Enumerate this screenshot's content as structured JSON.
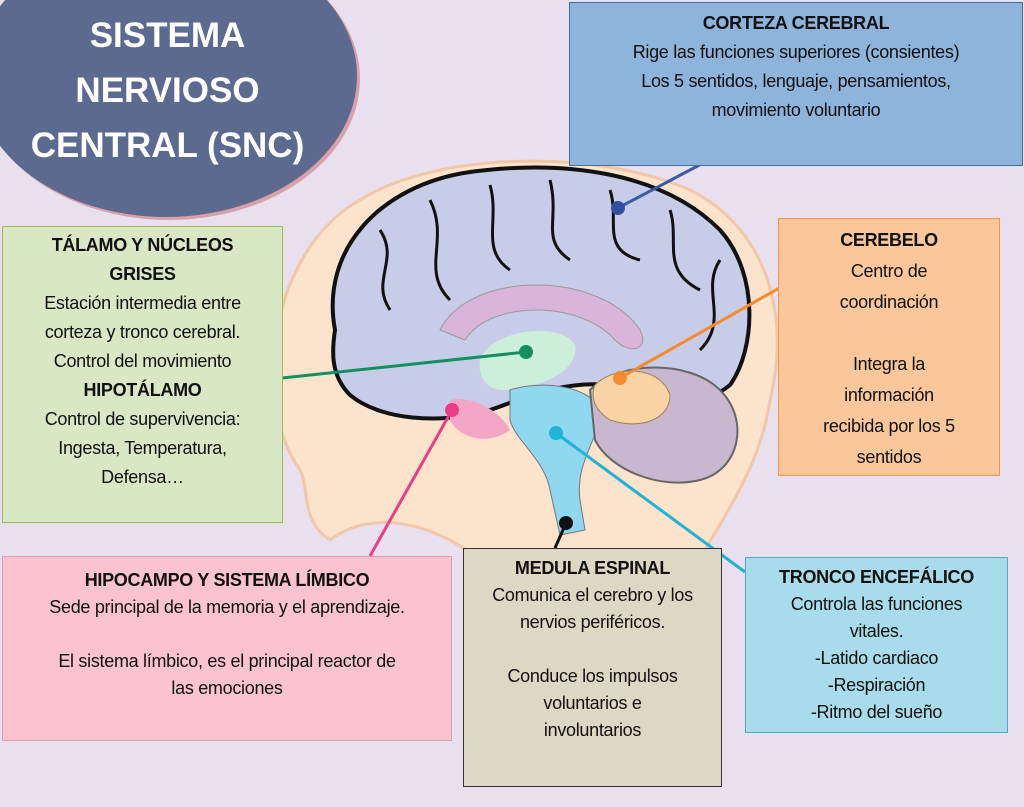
{
  "title": {
    "lines": [
      "SISTEMA",
      "NERVIOSO",
      "CENTRAL (SNC)"
    ]
  },
  "corteza": {
    "heading": "CORTEZA CEREBRAL",
    "lines": [
      "Rige las funciones superiores (consientes)",
      "Los 5 sentidos, lenguaje, pensamientos,",
      "movimiento voluntario"
    ]
  },
  "talamo": {
    "heading": "TÁLAMO Y NÚCLEOS GRISES",
    "lines": [
      "Estación intermedia entre",
      "corteza y tronco cerebral.",
      "Control del movimiento"
    ],
    "heading2": "HIPOTÁLAMO",
    "lines2": [
      "Control de supervivencia:",
      "Ingesta, Temperatura,",
      "Defensa…"
    ]
  },
  "cerebelo": {
    "heading": "CEREBELO",
    "lines": [
      "Centro de",
      "coordinación",
      "",
      "Integra la",
      "información",
      "recibida por los 5",
      "sentidos"
    ]
  },
  "hipocampo": {
    "heading": "HIPOCAMPO Y SISTEMA LÍMBICO",
    "lines": [
      "Sede principal de la memoria y el aprendizaje.",
      "",
      "El sistema límbico, es el principal reactor de",
      "las emociones"
    ]
  },
  "medula": {
    "heading": "MEDULA ESPINAL",
    "lines": [
      "Comunica el cerebro y los",
      "nervios periféricos.",
      "",
      "Conduce los impulsos",
      "voluntarios e",
      "involuntarios"
    ]
  },
  "tronco": {
    "heading": "TRONCO ENCEFÁLICO",
    "lines": [
      "Controla las funciones",
      "vitales.",
      "-Latido cardiaco",
      "-Respiración",
      "-Ritmo del sueño"
    ]
  },
  "colors": {
    "background": "#e8e0ee",
    "title": "#5b6a8e",
    "corteza": "#8eb4dc",
    "talamo": "#d9e8c4",
    "cerebelo": "#fac79a",
    "hipocampo": "#fbc3d0",
    "medula": "#ddd8c4",
    "tronco": "#a9dcea"
  }
}
